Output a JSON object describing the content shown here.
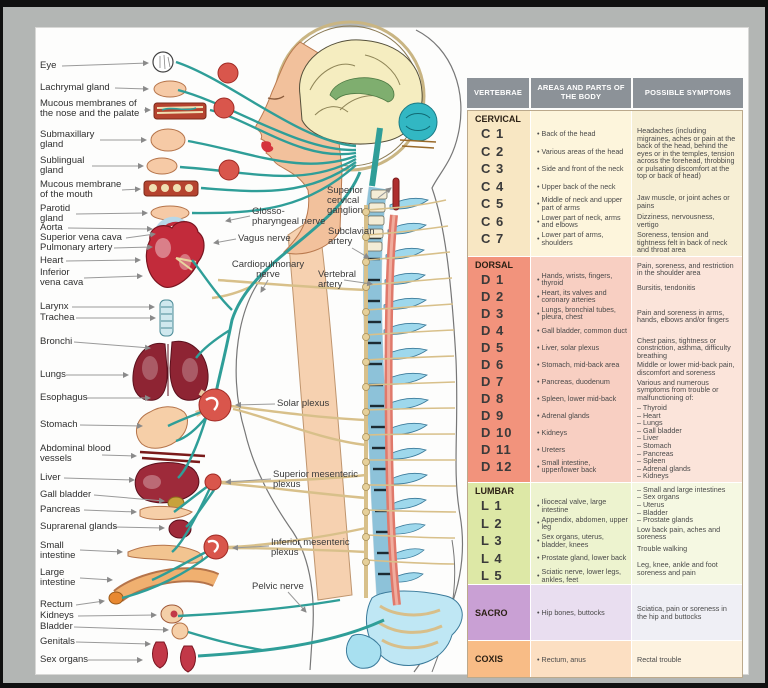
{
  "colors": {
    "frame_black": "#101010",
    "frame_grey": "#b3b6b4",
    "canvas": "#fdfdfc",
    "header_grey": "#8c9298",
    "header_text": "#ffffff",
    "cervical_v": "#f8e7c3",
    "cervical_a": "#fdf5dc",
    "cervical_s": "#f7efd5",
    "dorsal_v": "#f2937c",
    "dorsal_a": "#f8cfc2",
    "dorsal_s": "#fbe4da",
    "lumbar_v": "#dde8a6",
    "lumbar_a": "#edf3cf",
    "lumbar_s": "#f5f8e2",
    "sacro_v": "#c9a0d4",
    "sacro_a": "#e9def0",
    "sacro_s": "#efeff5",
    "coxis_v": "#f8bc86",
    "coxis_a": "#fcdfc2",
    "coxis_s": "#fdf2df",
    "nerve_teal": "#2f9e98",
    "nerve_tan": "#d8c08a",
    "artery_red": "#e0796b",
    "organ_red": "#c22b3b",
    "spine_blue": "#a8daee",
    "skin": "#f2c19c"
  },
  "figure": {
    "left_labels": [
      "Eye",
      "Lachrymal gland",
      "Mucous membranes of the nose and the palate",
      "Submaxillary gland",
      "Sublingual gland",
      "Mucous membrane of the mouth",
      "Parotid gland",
      "Aorta",
      "Superior vena cava",
      "Pulmonary artery",
      "Heart",
      "Inferior vena cava",
      "Larynx",
      "Trachea",
      "Bronchi",
      "Lungs",
      "Esophagus",
      "Stomach",
      "Abdominal blood vessels",
      "Liver",
      "Gall bladder",
      "Pancreas",
      "Suprarenal glands",
      "Small intestine",
      "Large intestine",
      "Rectum",
      "Kidneys",
      "Bladder",
      "Genitals",
      "Sex organs"
    ],
    "middle_labels": [
      "Superior cervical ganglion",
      "Glosso-pharyngeal nerve",
      "Vagus nerve",
      "Subclavian artery",
      "Cardiopulmonary nerve",
      "Vertebral artery",
      "Solar plexus",
      "Superior mesenteric plexus",
      "Inferior mesenteric plexus",
      "Pelvic nerve"
    ]
  },
  "table": {
    "bullet": "•",
    "headers": [
      "VERTEBRAE",
      "AREAS AND PARTS OF THE BODY",
      "POSSIBLE SYMPTOMS"
    ],
    "sections": [
      {
        "name": "CERVICAL",
        "rows": [
          {
            "v": "C 1",
            "area": "Back of the head"
          },
          {
            "v": "C 2",
            "area": "Various areas of the head"
          },
          {
            "v": "C 3",
            "area": "Side and front of the neck"
          },
          {
            "v": "C 4",
            "area": "Upper back of the neck"
          },
          {
            "v": "C 5",
            "area": "Middle of neck and upper part of arms"
          },
          {
            "v": "C 6",
            "area": "Lower part of neck, arms and elbows"
          },
          {
            "v": "C 7",
            "area": "Lower part of arms, shoulders"
          }
        ],
        "symptoms": [
          "Headaches (including migraines, aches or pain at the back of the head, behind the eyes or in the temples, tension across the forehead, throbbing or pulsating discomfort at the top or back of head)",
          "Jaw muscle, or joint aches or pains",
          "Dizziness, nervousness, vertigo",
          "Soreness, tension and tightness felt in back of neck and throat area"
        ]
      },
      {
        "name": "DORSAL",
        "rows": [
          {
            "v": "D 1",
            "area": "Hands, wrists, fingers, thyroid"
          },
          {
            "v": "D 2",
            "area": "Heart, its valves and coronary arteries"
          },
          {
            "v": "D 3",
            "area": "Lungs, bronchial tubes, pleura, chest"
          },
          {
            "v": "D 4",
            "area": "Gall bladder, common duct"
          },
          {
            "v": "D 5",
            "area": "Liver, solar plexus"
          },
          {
            "v": "D 6",
            "area": "Stomach, mid-back area"
          },
          {
            "v": "D 7",
            "area": "Pancreas, duodenum"
          },
          {
            "v": "D 8",
            "area": "Spleen, lower mid-back"
          },
          {
            "v": "D 9",
            "area": "Adrenal glands"
          },
          {
            "v": "D 10",
            "area": "Kidneys"
          },
          {
            "v": "D 11",
            "area": "Ureters"
          },
          {
            "v": "D 12",
            "area": "Small intestine, upper/lower back"
          }
        ],
        "symptoms": [
          "Pain, soreness, and restriction in the shoulder area",
          "Bursitis, tendonitis",
          "Pain and soreness in arms, hands, elbows and/or fingers",
          "Chest pains, tightness or constriction, asthma, difficulty breathing",
          "Middle or lower mid-back pain, discomfort and soreness",
          "Various and numerous symptoms from trouble or malfunctioning of:",
          "– Thyroid\n– Heart\n– Lungs\n– Gall bladder\n– Liver\n– Stomach\n– Pancreas\n– Spleen\n– Adrenal glands\n– Kidneys"
        ]
      },
      {
        "name": "LUMBAR",
        "rows": [
          {
            "v": "L 1",
            "area": "Iliocecal valve, large intestine"
          },
          {
            "v": "L 2",
            "area": "Appendix, abdomen, upper leg"
          },
          {
            "v": "L 3",
            "area": "Sex organs, uterus, bladder, knees"
          },
          {
            "v": "L 4",
            "area": "Prostate gland, lower back"
          },
          {
            "v": "L 5",
            "area": "Sciatic nerve, lower legs, ankles, feet"
          }
        ],
        "symptoms": [
          "– Small and large intestines\n– Sex organs\n– Uterus\n– Bladder\n– Prostate glands",
          "Low back pain, aches and soreness",
          "Trouble walking",
          "Leg, knee, ankle and foot soreness and pain"
        ]
      },
      {
        "name": "SACRO",
        "rows": [
          {
            "v": "",
            "area": "Hip bones, buttocks"
          }
        ],
        "symptoms": [
          "Sciatica, pain or soreness in the hip and buttocks"
        ]
      },
      {
        "name": "COXIS",
        "rows": [
          {
            "v": "",
            "area": "Rectum, anus"
          }
        ],
        "symptoms": [
          "Rectal trouble"
        ]
      }
    ]
  }
}
